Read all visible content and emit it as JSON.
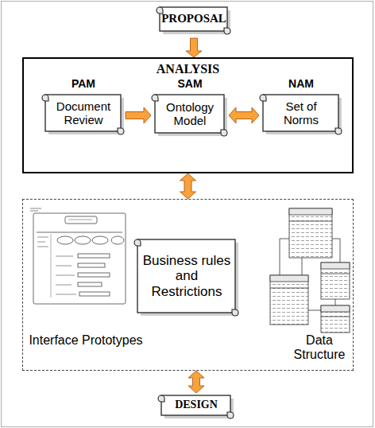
{
  "diagram": {
    "nodes": [
      {
        "text": [
          "PROPOSAL"
        ]
      },
      {
        "text": [
          "ANALYSIS"
        ]
      },
      {
        "text": [
          "PAM",
          "Document Review"
        ],
        "in": 1
      },
      {
        "text": [
          "SAM",
          "Ontology Model"
        ],
        "in": 1
      },
      {
        "text": [
          "NAM",
          "Set of Norms"
        ],
        "in": 1
      },
      {
        "text": [
          "Interface Prototypes",
          "Data Structure"
        ]
      },
      {
        "text": [
          "Business rules and Restrictions"
        ],
        "in": 5
      },
      {
        "text": [
          "DESIGN"
        ]
      }
    ],
    "edges": [
      {
        "from": 0,
        "to": 1,
        "arrow": "to"
      },
      {
        "from": 2,
        "to": 3,
        "arrow": "to"
      },
      {
        "from": 3,
        "to": 4,
        "arrow": "both"
      },
      {
        "from": 1,
        "to": 5,
        "arrow": "both"
      },
      {
        "from": 5,
        "to": 7,
        "arrow": "both"
      }
    ]
  }
}
